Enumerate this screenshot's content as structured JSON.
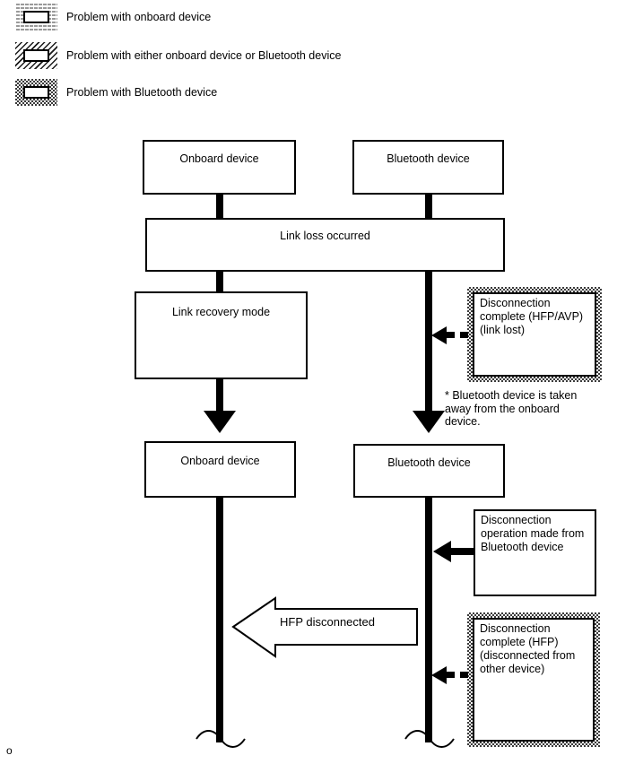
{
  "legend": {
    "items": [
      {
        "label": "Problem with onboard device",
        "pattern": "dashed-brick"
      },
      {
        "label": "Problem with either onboard device or Bluetooth device",
        "pattern": "diagonal-hatch"
      },
      {
        "label": "Problem with Bluetooth device",
        "pattern": "dotted"
      }
    ]
  },
  "flow": {
    "onboard_top": "Onboard device",
    "bluetooth_top": "Bluetooth device",
    "link_loss": "Link loss occurred",
    "link_recovery": "Link recovery mode",
    "disconnect_hfp_avp": "Disconnection\ncomplete (HFP/AVP)\n(link lost)",
    "note": "* Bluetooth device is taken\naway from the onboard device.",
    "onboard_bottom": "Onboard device",
    "bluetooth_bottom": "Bluetooth device",
    "disconnect_operation": "Disconnection\noperation made from\nBluetooth device",
    "hfp_disconnected": "HFP disconnected",
    "disconnect_hfp": "Disconnection\ncomplete (HFP)\n(disconnected from\nother device)",
    "page_marker": "o"
  },
  "colors": {
    "line": "#000000",
    "background": "#ffffff",
    "pattern_gray": "#9a9a9a"
  }
}
